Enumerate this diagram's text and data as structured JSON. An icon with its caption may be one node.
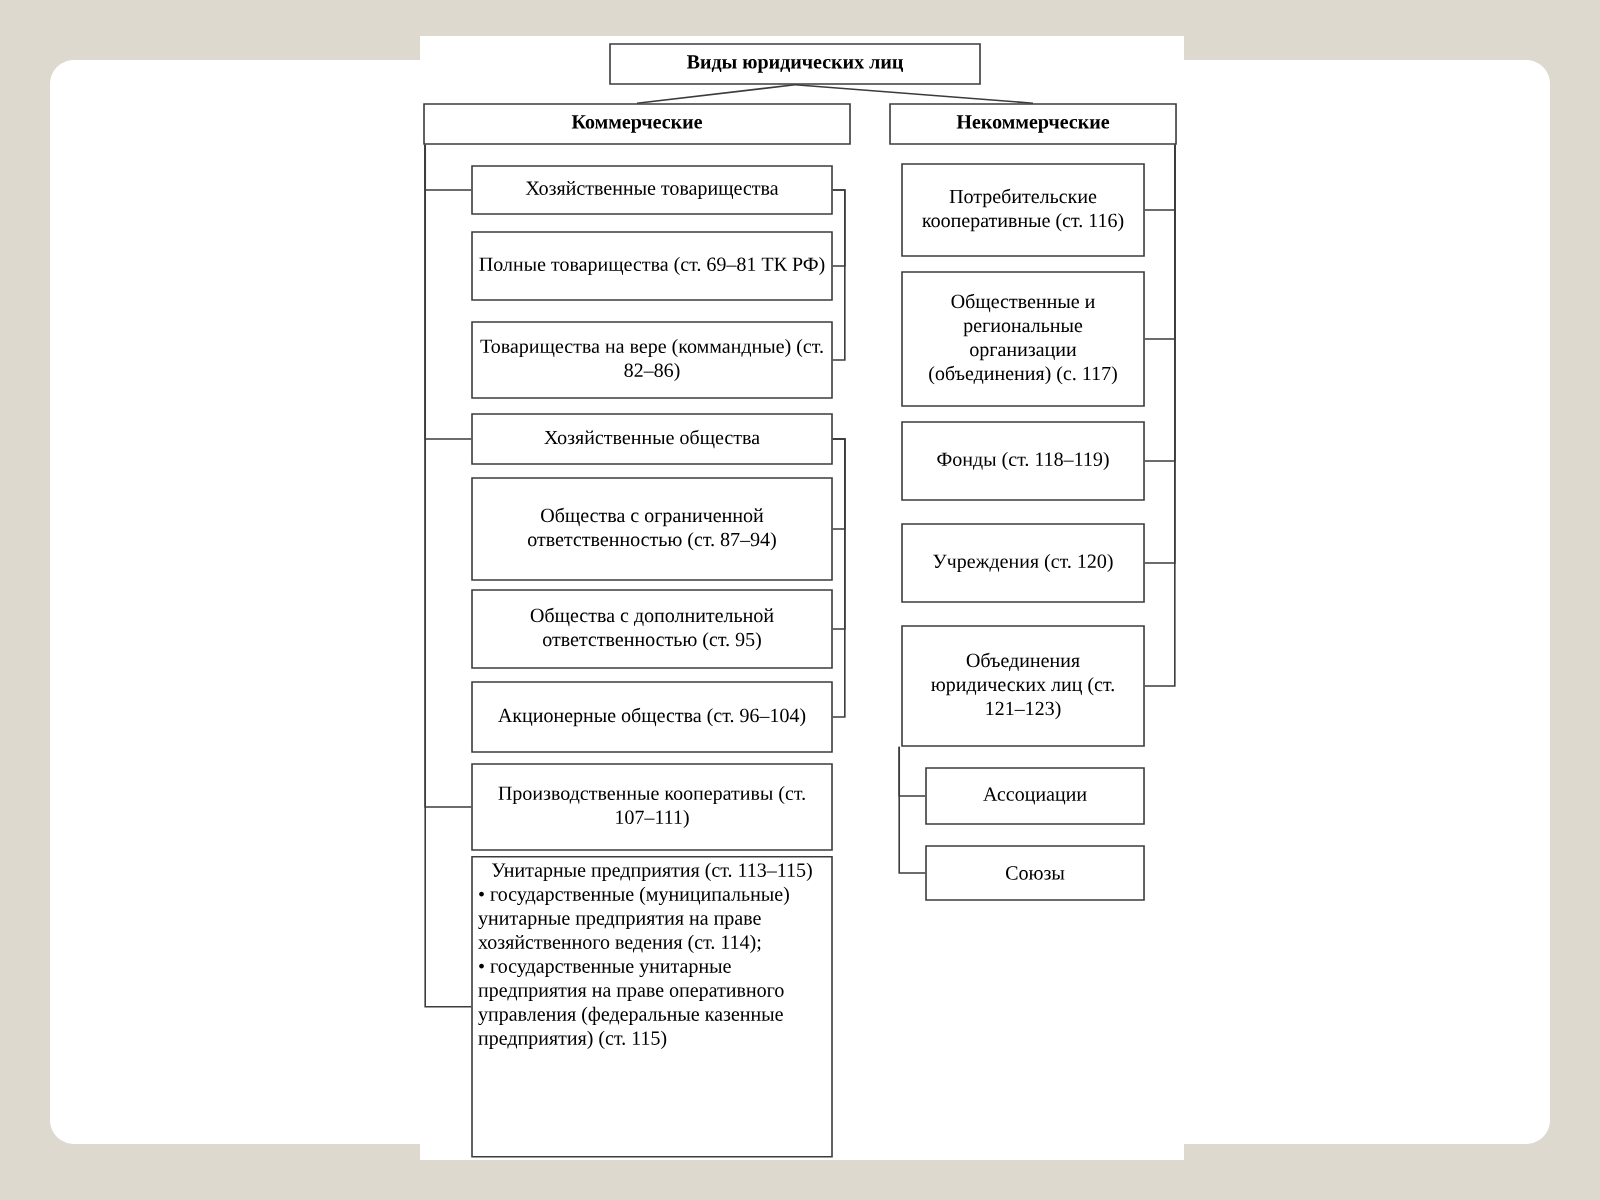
{
  "diagram": {
    "nodes": [
      {
        "text": [
          "Виды юридических лиц"
        ]
      },
      {
        "text": [
          "Коммерческие"
        ]
      },
      {
        "text": [
          "Некоммерческие"
        ]
      },
      {
        "text": [
          "Хозяйственные товарищества"
        ]
      },
      {
        "text": [
          "Полные товарищества (ст. 69–81 ТК РФ)"
        ]
      },
      {
        "text": [
          "Товарищества на вере (коммандные) (ст. 82–86)"
        ]
      },
      {
        "text": [
          "Хозяйственные общества"
        ]
      },
      {
        "text": [
          "Общества с ограниченной ответственностью (ст. 87–94)"
        ]
      },
      {
        "text": [
          "Общества с дополнительной ответственностью (ст. 95)"
        ]
      },
      {
        "text": [
          "Акционерные общества (ст. 96–104)"
        ]
      },
      {
        "text": [
          "Производственные кооперативы (ст. 107–111)"
        ]
      },
      {
        "text": [
          "Унитарные предприятия (ст. 113–115)",
          "• государственные (муниципальные) унитарные предприятия на праве хозяйственного ведения (ст. 114);",
          "• государственные унитарные предприятия на праве оперативного управления (федеральные казенные предприятия) (ст. 115)"
        ]
      },
      {
        "text": [
          "Потребительские кооперативные (ст. 116)"
        ]
      },
      {
        "text": [
          "Общественные и региональные организации (объединения) (с. 117)"
        ]
      },
      {
        "text": [
          "Фонды (ст. 118–119)"
        ]
      },
      {
        "text": [
          "Учреждения (ст. 120)"
        ]
      },
      {
        "text": [
          "Объединения юридических лиц (ст. 121–123)"
        ]
      },
      {
        "text": [
          "Ассоциации"
        ]
      },
      {
        "text": [
          "Союзы"
        ]
      }
    ],
    "edges": [
      {
        "from": 0,
        "to": 1,
        "arrow": "none"
      },
      {
        "from": 0,
        "to": 2,
        "arrow": "none"
      },
      {
        "from": 1,
        "to": 3,
        "arrow": "none"
      },
      {
        "from": 3,
        "to": 4,
        "arrow": "none"
      },
      {
        "from": 3,
        "to": 5,
        "arrow": "none"
      },
      {
        "from": 1,
        "to": 6,
        "arrow": "none"
      },
      {
        "from": 6,
        "to": 7,
        "arrow": "none"
      },
      {
        "from": 6,
        "to": 8,
        "arrow": "none"
      },
      {
        "from": 6,
        "to": 9,
        "arrow": "none"
      },
      {
        "from": 1,
        "to": 10,
        "arrow": "none"
      },
      {
        "from": 1,
        "to": 11,
        "arrow": "none"
      },
      {
        "from": 2,
        "to": 12,
        "arrow": "none"
      },
      {
        "from": 2,
        "to": 13,
        "arrow": "none"
      },
      {
        "from": 2,
        "to": 14,
        "arrow": "none"
      },
      {
        "from": 2,
        "to": 15,
        "arrow": "none"
      },
      {
        "from": 2,
        "to": 16,
        "arrow": "none"
      },
      {
        "from": 16,
        "to": 17,
        "arrow": "none"
      },
      {
        "from": 16,
        "to": 18,
        "arrow": "none"
      }
    ]
  }
}
